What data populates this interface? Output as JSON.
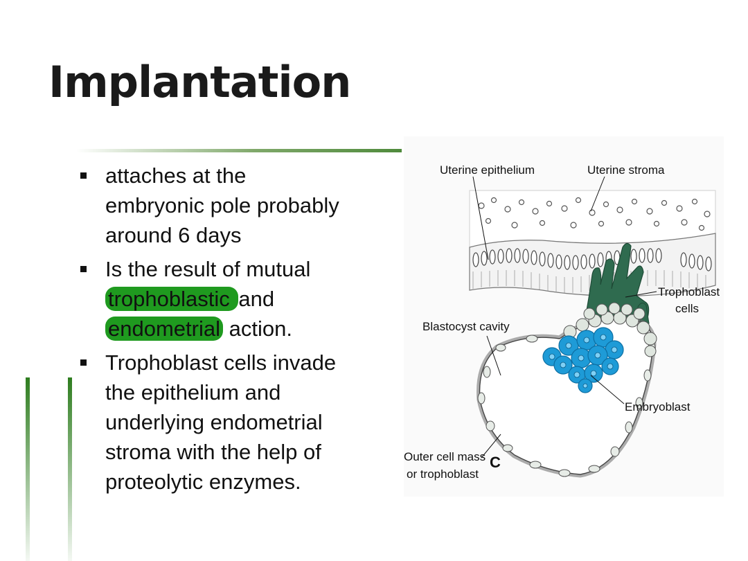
{
  "slide": {
    "title": "Implantation",
    "bullets": [
      {
        "line1": "attaches at the",
        "line2": "embryonic pole probably",
        "line3": "around 6 days"
      },
      {
        "line1": "Is the result of mutual",
        "hl1": "trophoblastic ",
        "after1": "and",
        "hl2": "endometrial",
        "after2": " action."
      },
      {
        "line1": "Trophoblast cells invade",
        "line2": "the epithelium and",
        "line3": "underlying endometrial",
        "line4": "stroma with the help of",
        "line5": "proteolytic enzymes."
      }
    ]
  },
  "diagram": {
    "labels": {
      "uterine_epithelium": "Uterine epithelium",
      "uterine_stroma": "Uterine stroma",
      "trophoblast_cells_1": "Trophoblast",
      "trophoblast_cells_2": "cells",
      "blastocyst_cavity": "Blastocyst cavity",
      "embryoblast": "Embryoblast",
      "outer_cell_mass_1": "Outer cell mass",
      "outer_cell_mass_2": "or trophoblast",
      "panel_letter": "C"
    },
    "colors": {
      "highlight": "#1f9a1f",
      "trophoblast": "#2f6b4f",
      "embryoblast": "#1e9bd7",
      "accent_green": "#2e7d1f"
    }
  }
}
